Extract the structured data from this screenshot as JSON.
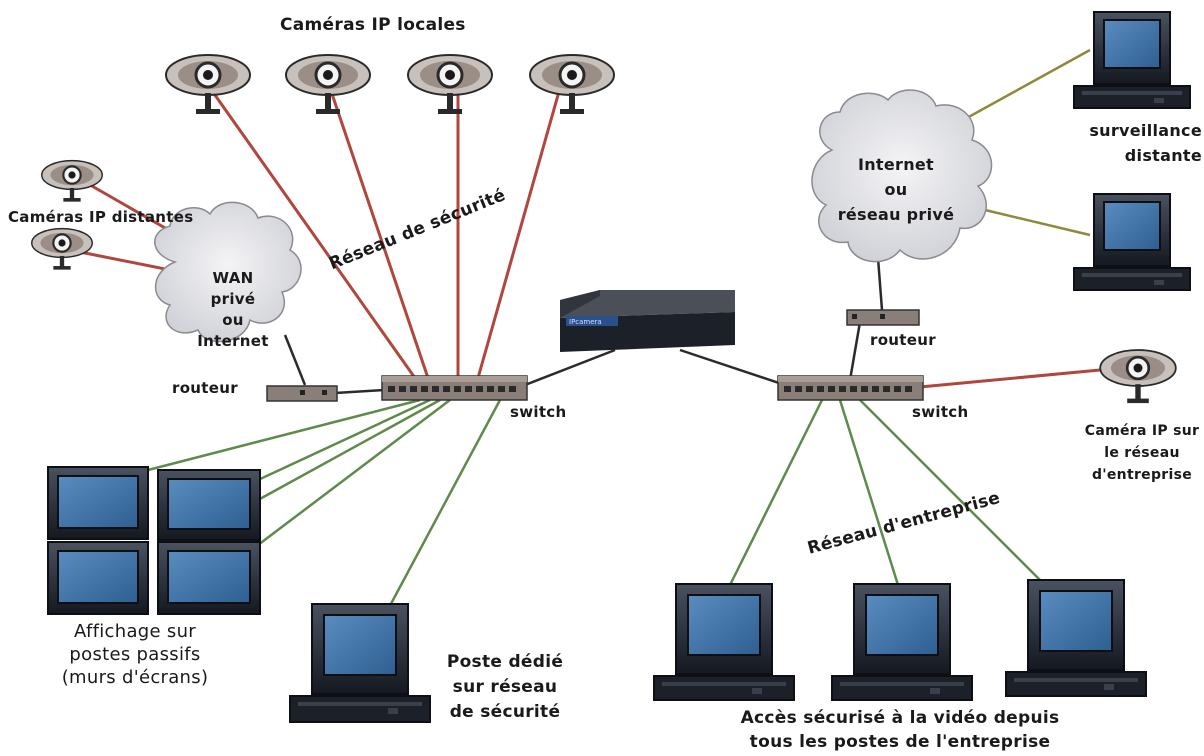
{
  "labels": {
    "cameras_local": "Caméras IP locales",
    "cameras_remote": "Caméras IP distantes",
    "security_network": "Réseau de sécurité",
    "wan_cloud": "WAN privé\nou\nInternet",
    "internet_cloud": "Internet\nou\nréseau privé",
    "router_left": "routeur",
    "router_right": "routeur",
    "switch_left": "switch",
    "switch_right": "switch",
    "remote_monitoring": "surveillance\ndistante",
    "enterprise_camera": "Caméra IP sur\nle réseau\nd'entreprise",
    "enterprise_network": "Réseau d'entreprise",
    "passive_display": "Affichage sur\npostes passifs\n(murs d'écrans)",
    "dedicated_station": "Poste dédié\nsur réseau\nde sécurité",
    "secure_access": "Accès sécurisé à la vidéo depuis\ntous les postes de l'entreprise",
    "nvr_badge": "IPcamera"
  },
  "colors": {
    "camera_link": "#b0463c",
    "display_link": "#5e8a4a",
    "remote_link": "#8f8a3a",
    "switch_link": "#2b2b2b",
    "device_frame": "#1e2430",
    "screen": "#3d6fa3"
  }
}
